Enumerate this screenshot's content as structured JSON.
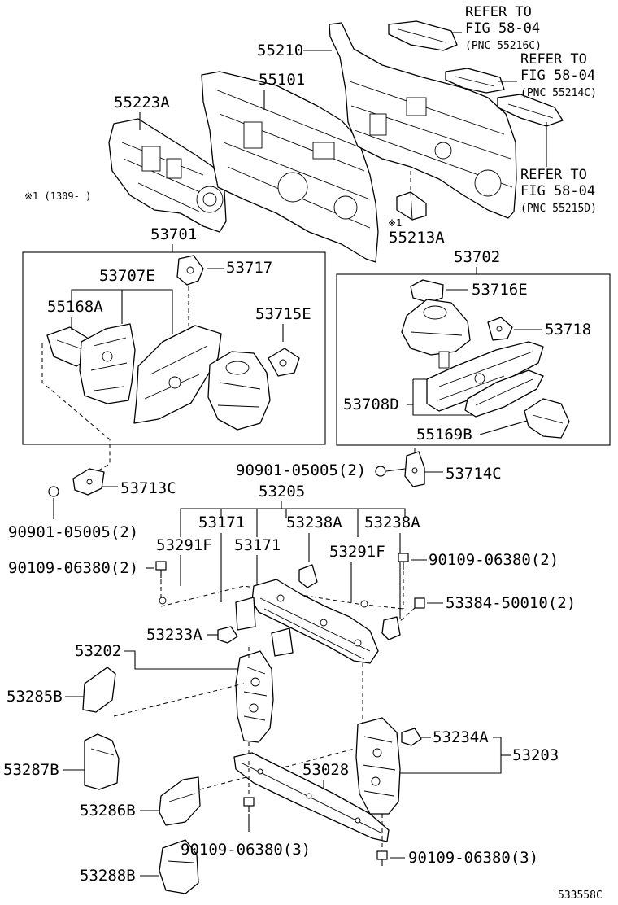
{
  "labels": {
    "p55210": "55210",
    "p55101": "55101",
    "p55223A": "55223A",
    "note1": "※1 (1309-   )",
    "p55213A": "55213A",
    "p55213A_mark": "※1",
    "refer1_line1": "REFER TO",
    "refer1_line2": "FIG 58-04",
    "refer1_pnc": "(PNC 55216C)",
    "refer2_line1": "REFER TO",
    "refer2_line2": "FIG 58-04",
    "refer2_pnc": "(PNC 55214C)",
    "refer3_line1": "REFER TO",
    "refer3_line2": "FIG 58-04",
    "refer3_pnc": "(PNC 55215D)",
    "p53701": "53701",
    "p53702": "53702",
    "p53707E": "53707E",
    "p53717": "53717",
    "p55168A": "55168A",
    "p53715E": "53715E",
    "p53716E": "53716E",
    "p53718": "53718",
    "p53708D": "53708D",
    "p55169B": "55169B",
    "p53713C": "53713C",
    "p90901_left": "90901-05005(2)",
    "p90901_right": "90901-05005(2)",
    "p53714C": "53714C",
    "p53205": "53205",
    "p53171_a": "53171",
    "p53171_b": "53171",
    "p53238A_a": "53238A",
    "p53238A_b": "53238A",
    "p53291F_a": "53291F",
    "p53291F_b": "53291F",
    "p90109_left": "90109-06380(2)",
    "p90109_right": "90109-06380(2)",
    "p53384": "53384-50010(2)",
    "p53233A": "53233A",
    "p53202": "53202",
    "p53285B": "53285B",
    "p53287B": "53287B",
    "p53286B": "53286B",
    "p53288B": "53288B",
    "p53028": "53028",
    "p53234A": "53234A",
    "p53203": "53203",
    "p90109_bottom_left": "90109-06380(3)",
    "p90109_bottom_right": "90109-06380(3)",
    "figure_id": "533558C"
  }
}
